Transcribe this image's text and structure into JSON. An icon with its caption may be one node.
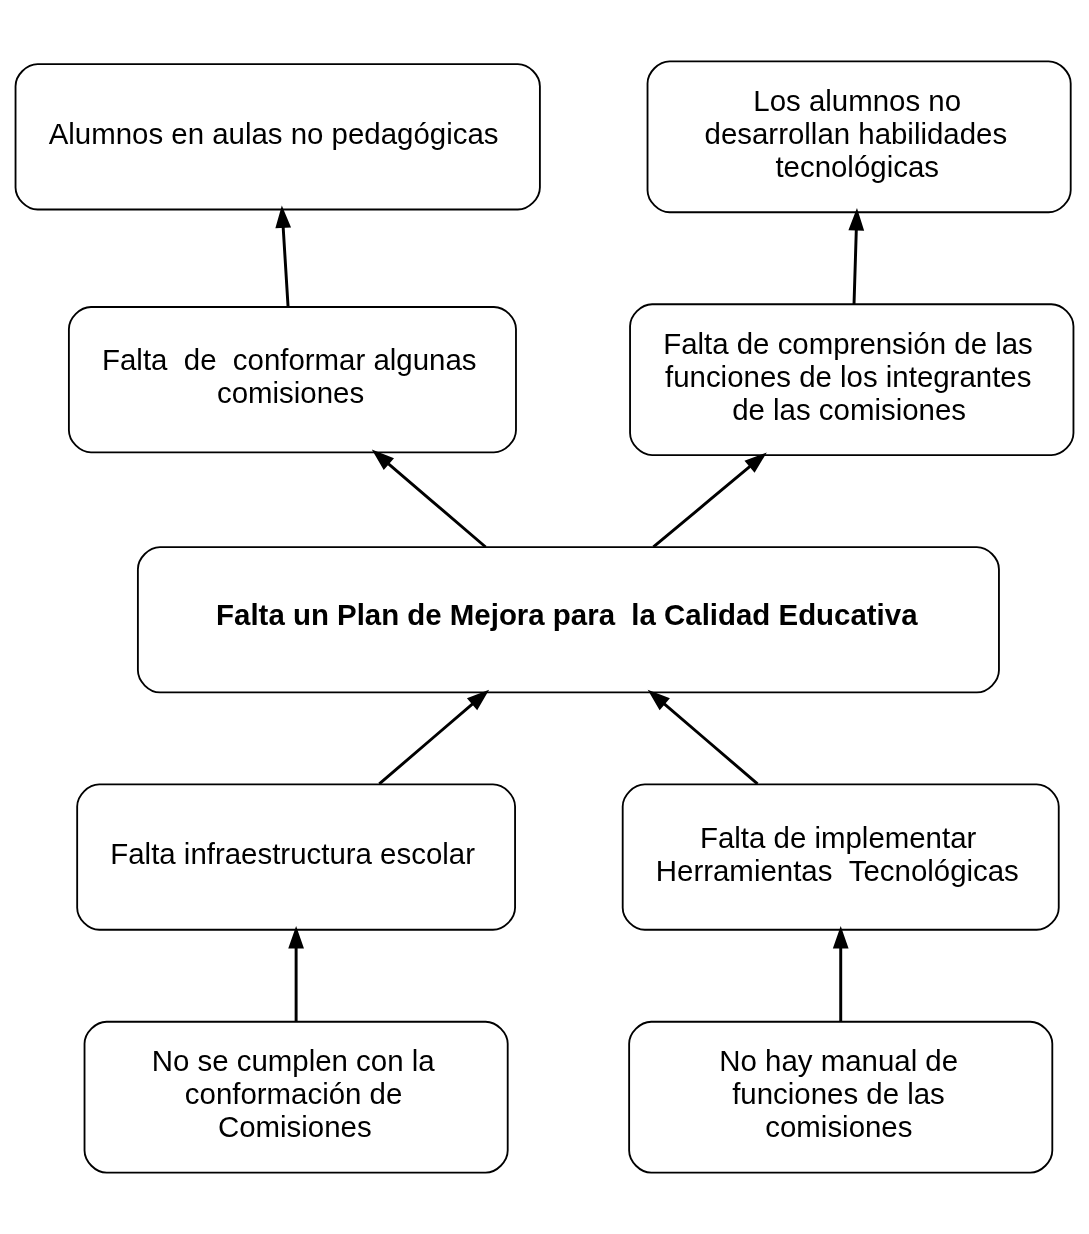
{
  "diagram": {
    "nodes": [
      {
        "text": [
          "Alumnos en aulas no pedagógicas"
        ]
      },
      {
        "text": [
          "Los alumnos no desarrollan habilidades tecnológicas"
        ]
      },
      {
        "text": [
          "Falta  de  conformar algunas comisiones"
        ]
      },
      {
        "text": [
          "Falta de comprensión de las funciones de los integrantes de las comisiones"
        ]
      },
      {
        "text": [
          "Falta un Plan de Mejora para  la Calidad Educativa"
        ]
      },
      {
        "text": [
          "Falta infraestructura escolar"
        ]
      },
      {
        "text": [
          "Falta de implementar Herramientas  Tecnológicas"
        ]
      },
      {
        "text": [
          "No se cumplen con la conformación de Comisiones"
        ]
      },
      {
        "text": [
          "No hay manual de funciones de las comisiones"
        ]
      }
    ],
    "edges": [
      {
        "from": 2,
        "to": 0,
        "arrow": "to"
      },
      {
        "from": 3,
        "to": 1,
        "arrow": "to"
      },
      {
        "from": 4,
        "to": 2,
        "arrow": "to"
      },
      {
        "from": 4,
        "to": 3,
        "arrow": "to"
      },
      {
        "from": 5,
        "to": 4,
        "arrow": "to"
      },
      {
        "from": 6,
        "to": 4,
        "arrow": "to"
      },
      {
        "from": 7,
        "to": 5,
        "arrow": "to"
      },
      {
        "from": 8,
        "to": 6,
        "arrow": "to"
      }
    ]
  }
}
